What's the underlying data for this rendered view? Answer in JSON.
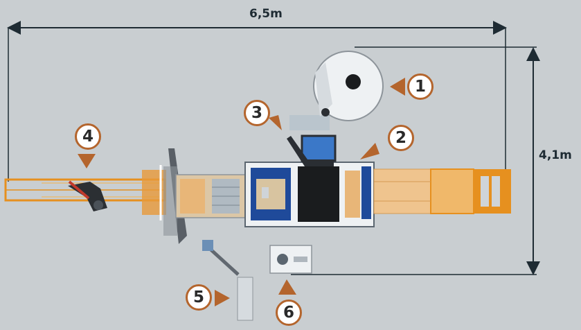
{
  "dimensions": {
    "width_label": "6,5m",
    "height_label": "4,1m"
  },
  "callouts": [
    {
      "number": "1"
    },
    {
      "number": "2"
    },
    {
      "number": "3"
    },
    {
      "number": "4"
    },
    {
      "number": "5"
    },
    {
      "number": "6"
    }
  ],
  "colors": {
    "background": "#c9ced1",
    "accent_arrow": "#b4652d",
    "dimension_line": "#1e2b33",
    "conveyor_frame": "#e6901f",
    "wood": "#e8b678",
    "machine_blue": "#1f4a9a",
    "machine_white": "#eef1f3"
  }
}
